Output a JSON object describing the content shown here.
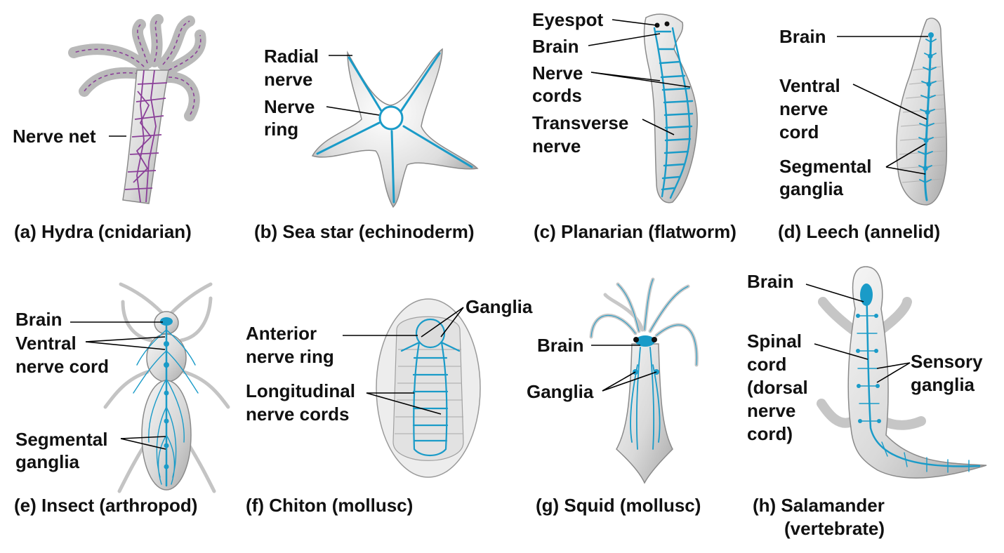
{
  "panels": {
    "a": {
      "caption": "(a) Hydra (cnidarian)",
      "labels": {
        "nerve_net": "Nerve net"
      }
    },
    "b": {
      "caption": "(b) Sea star (echinoderm)",
      "labels": {
        "radial_nerve_1": "Radial",
        "radial_nerve_2": "nerve",
        "nerve_ring_1": "Nerve",
        "nerve_ring_2": "ring"
      }
    },
    "c": {
      "caption": "(c) Planarian (flatworm)",
      "labels": {
        "eyespot": "Eyespot",
        "brain": "Brain",
        "nerve_cords_1": "Nerve",
        "nerve_cords_2": "cords",
        "transverse_nerve_1": "Transverse",
        "transverse_nerve_2": "nerve"
      }
    },
    "d": {
      "caption": "(d) Leech (annelid)",
      "labels": {
        "brain": "Brain",
        "ventral_nerve_cord_1": "Ventral",
        "ventral_nerve_cord_2": "nerve",
        "ventral_nerve_cord_3": "cord",
        "segmental_ganglia_1": "Segmental",
        "segmental_ganglia_2": "ganglia"
      }
    },
    "e": {
      "caption": "(e) Insect (arthropod)",
      "labels": {
        "brain": "Brain",
        "ventral_nerve_cord_1": "Ventral",
        "ventral_nerve_cord_2": "nerve cord",
        "segmental_ganglia_1": "Segmental",
        "segmental_ganglia_2": "ganglia"
      }
    },
    "f": {
      "caption": "(f) Chiton (mollusc)",
      "labels": {
        "ganglia": "Ganglia",
        "anterior_nerve_ring_1": "Anterior",
        "anterior_nerve_ring_2": "nerve ring",
        "longitudinal_nerve_cords_1": "Longitudinal",
        "longitudinal_nerve_cords_2": "nerve cords"
      }
    },
    "g": {
      "caption": "(g) Squid (mollusc)",
      "labels": {
        "brain": "Brain",
        "ganglia": "Ganglia"
      }
    },
    "h": {
      "caption_1": "(h) Salamander",
      "caption_2": "(vertebrate)",
      "labels": {
        "brain": "Brain",
        "spinal_cord_1": "Spinal",
        "spinal_cord_2": "cord",
        "spinal_cord_3": "(dorsal",
        "spinal_cord_4": "nerve",
        "spinal_cord_5": "cord)",
        "sensory_ganglia_1": "Sensory",
        "sensory_ganglia_2": "ganglia"
      }
    }
  },
  "colors": {
    "nerve": "#1a9bc8",
    "nerve_net": "#8a3f98",
    "body": "#d9d9d9",
    "text": "#111111"
  }
}
